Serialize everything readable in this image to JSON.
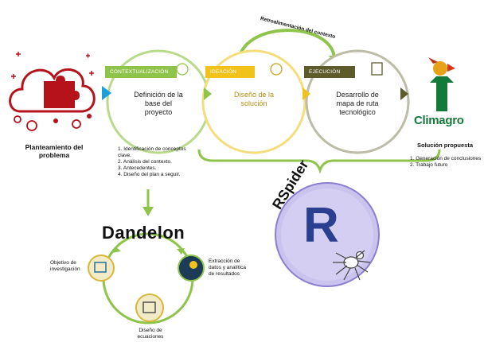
{
  "problem": {
    "label_line1": "Planteamiento del",
    "label_line2": "problema"
  },
  "stages": [
    {
      "tag": "CONTEXTUALIZACIÓN",
      "line1": "Definición de la",
      "line2": "base del",
      "line3": "proyecto",
      "tag_color": "#8fc44a"
    },
    {
      "tag": "IDEACIÓN",
      "line1": "Diseño de la",
      "line2": "solución",
      "line3": "",
      "tag_color": "#f0c21a"
    },
    {
      "tag": "EJECUCIÓN",
      "line1": "Desarrollo de",
      "line2": "mapa de ruta",
      "line3": "tecnológico",
      "tag_color": "#5d5a2c"
    }
  ],
  "feedback_label": "Retroalimentación del contexto",
  "context_steps": [
    "1.  Identificación de conceptos",
    "     clave.",
    "2.  Análisis del contexto.",
    "3.  Antecedentes.",
    "4.  Diseño del plan a seguir."
  ],
  "solution": {
    "brand": "Climagro",
    "title": "Solución propuesta",
    "items": [
      "1.  Generación de conclusiones",
      "2.  Trabajo futuro"
    ]
  },
  "dandelion": {
    "title": "Dandelon",
    "nodes": [
      {
        "line1": "Objetivo de",
        "line2": "investigación",
        "line3": ""
      },
      {
        "line1": "Diseño de",
        "line2": "ecuaciones",
        "line3": ""
      },
      {
        "line1": "Extracción de",
        "line2": "datos y analítica",
        "line3": "de resultados"
      }
    ]
  },
  "rspider": {
    "title": "RSpider",
    "letter": "R"
  },
  "colors": {
    "green": "#8fc44a",
    "yellow": "#f0c21a",
    "olive": "#5d5a2c",
    "red": "#b5121b",
    "blue": "#1a9fd8",
    "climagro_green": "#137a3a",
    "rspider_blue": "#2a3f8f"
  }
}
